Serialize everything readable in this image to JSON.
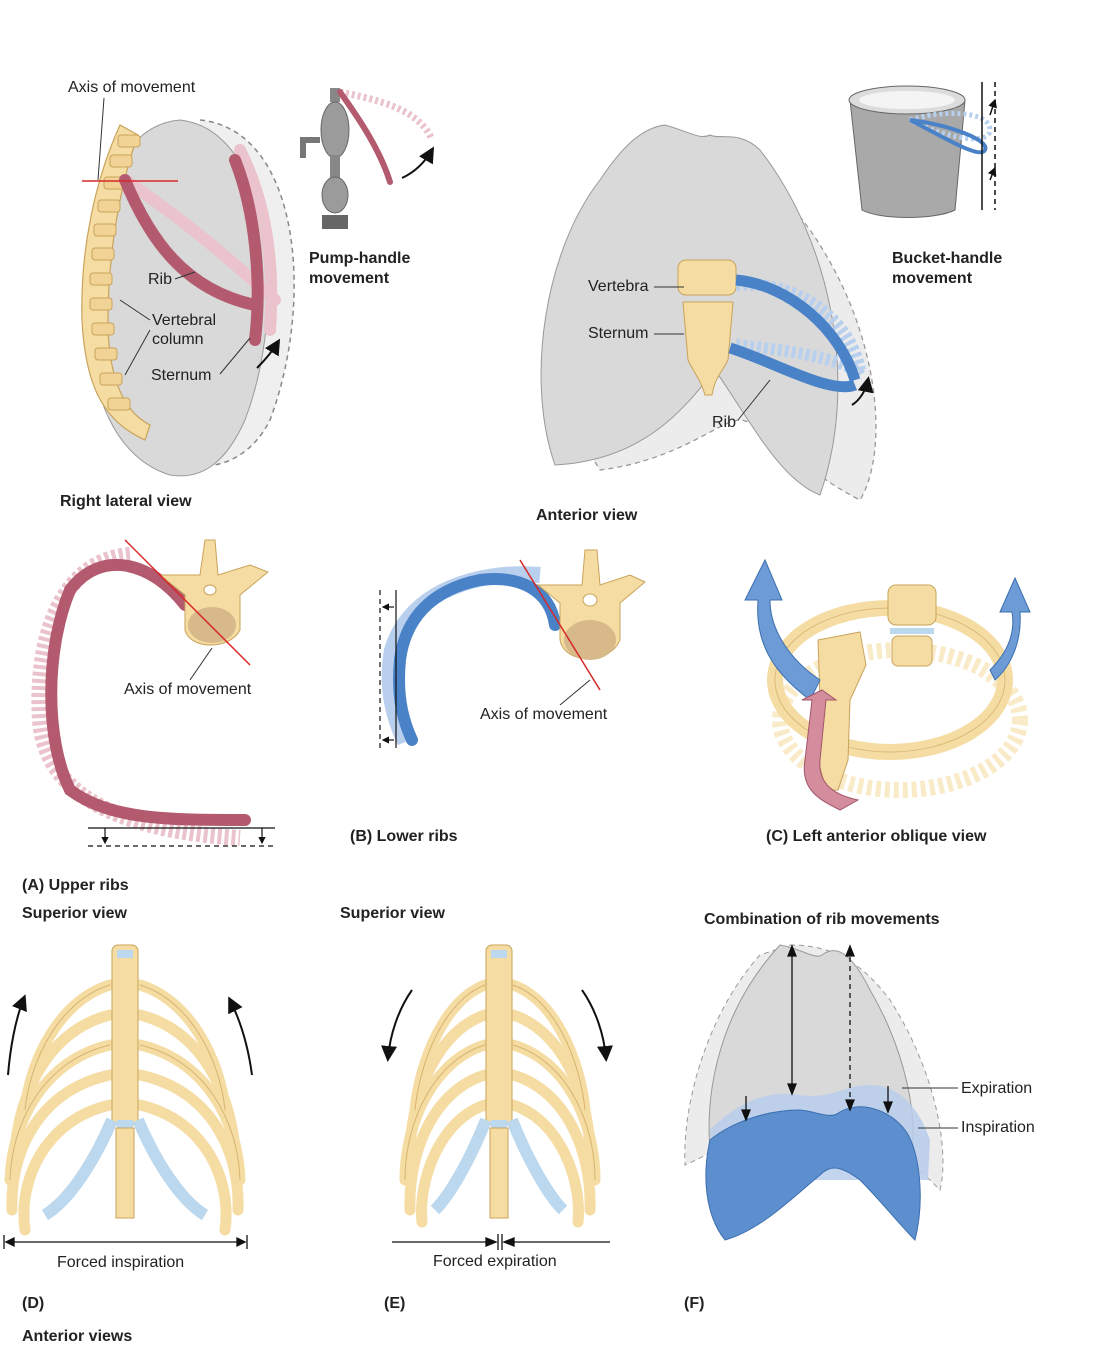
{
  "panelA": {
    "axis_label_top": "Axis of movement",
    "rib": "Rib",
    "vertebral_column_line1": "Vertebral",
    "vertebral_column_line2": "column",
    "sternum": "Sternum",
    "view": "Right lateral view",
    "pump_line1": "Pump-handle",
    "pump_line2": "movement",
    "axis_label_bottom": "Axis of movement",
    "caption": "(A) Upper ribs",
    "superior": "Superior view"
  },
  "panelB": {
    "vertebra": "Vertebra",
    "sternum": "Sternum",
    "rib": "Rib",
    "view": "Anterior view",
    "bucket_line1": "Bucket-handle",
    "bucket_line2": "movement",
    "axis_label": "Axis of movement",
    "caption": "(B) Lower ribs",
    "superior": "Superior view"
  },
  "panelC": {
    "caption": "(C) Left anterior oblique view"
  },
  "panelD": {
    "caption": "Forced inspiration",
    "letter": "(D)"
  },
  "panelE": {
    "caption": "Forced expiration",
    "letter": "(E)"
  },
  "panelF": {
    "title": "Combination of rib movements",
    "expiration": "Expiration",
    "inspiration": "Inspiration",
    "letter": "(F)"
  },
  "footer": "Anterior views",
  "colors": {
    "bone": "#f5dca3",
    "bone_outline": "#c9a35a",
    "cartilage": "#bcd8ee",
    "rib_red": "#b45a6e",
    "rib_red_light": "#eac3cc",
    "rib_blue": "#4a82c8",
    "rib_blue_light": "#b8d0ee",
    "thorax_gray": "#d8d8d8",
    "diaphragm_blue": "#5d8fce"
  }
}
